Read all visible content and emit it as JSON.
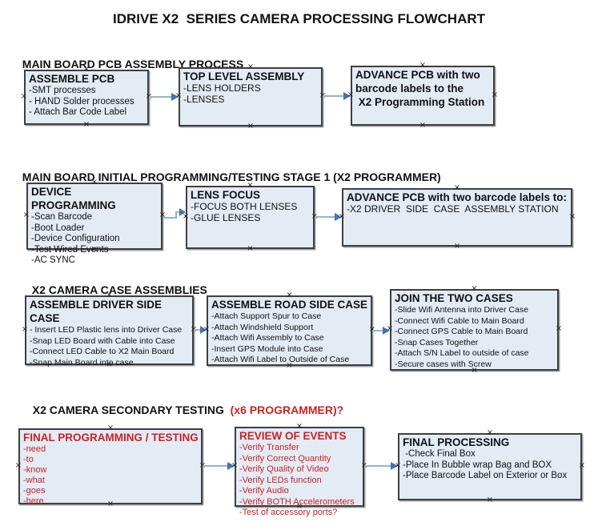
{
  "title": "IDRIVE X2  SERIES CAMERA PROCESSING FLOWCHART",
  "colors": {
    "box_fill": "#e3ebf5",
    "box_border": "#3f3f3f",
    "arrow_line": "#95b3d7",
    "arrow_head": "#4472b0",
    "accent_red": "#cc2222",
    "text": "#111111",
    "background": "#ffffff"
  },
  "sections": [
    {
      "header": "MAIN BOARD PCB ASSEMBLY PROCESS",
      "boxes": [
        {
          "title": "ASSEMBLE PCB",
          "items": [
            "-SMT processes",
            "- HAND Solder processes",
            "- Attach Bar Code Label"
          ]
        },
        {
          "title": "TOP LEVEL ASSEMBLY",
          "items": [
            "-LENS HOLDERS",
            "-LENSES"
          ]
        },
        {
          "title": "ADVANCE PCB with two\nbarcode labels to the\n X2 Programming Station",
          "items": []
        }
      ]
    },
    {
      "header": "MAIN BOARD INITIAL PROGRAMMING/TESTING STAGE 1 (X2 PROGRAMMER)",
      "boxes": [
        {
          "title": "DEVICE PROGRAMMING",
          "items": [
            "-Scan Barcode",
            "-Boot Loader",
            "-Device Configuration",
            "-Test Wired Events",
            "-AC SYNC"
          ]
        },
        {
          "title": "LENS FOCUS",
          "items": [
            "-FOCUS BOTH LENSES",
            "-GLUE LENSES"
          ]
        },
        {
          "title": "ADVANCE PCB with two barcode labels to:",
          "items": [
            "-X2 DRIVER  SIDE  CASE  ASSEMBLY STATION"
          ]
        }
      ]
    },
    {
      "header": "X2 CAMERA CASE ASSEMBLIES",
      "boxes": [
        {
          "title": "ASSEMBLE DRIVER SIDE CASE",
          "items": [
            "- Insert LED Plastic lens into Driver Case",
            "-Snap LED Board with Cable into Case",
            "-Connect LED Cable to X2 Main Board",
            "-Snap Main Board into case"
          ]
        },
        {
          "title": "ASSEMBLE ROAD SIDE CASE",
          "items": [
            "-Attach Support Spur to Case",
            "-Attach Windshield Support",
            "-Attach Wifi Assembly to Case",
            "-Insert GPS Module into Case",
            "-Attach Wifi Label to Outside of Case"
          ]
        },
        {
          "title": "JOIN THE TWO CASES",
          "items": [
            "-Slide Wifi Antenna into Driver Case",
            "-Connect Wifi Cable to Main Board",
            "-Connect GPS Cable to Main Board",
            "-Snap Cases Together",
            "-Attach S/N Label to outside of case",
            "-Secure cases with Screw"
          ]
        }
      ]
    },
    {
      "header": "X2 CAMERA SECONDARY TESTING ",
      "header_highlight": " (x6 PROGRAMMER)?",
      "boxes": [
        {
          "title": "FINAL PROGRAMMING / TESTING",
          "items": [
            "-need",
            "-to",
            "-know",
            "-what",
            "-goes",
            "-here"
          ]
        },
        {
          "title": "REVIEW OF EVENTS",
          "items": [
            "-Verify Transfer",
            "-Verify Correct Quantity",
            "-Verify Quality of Video",
            "-Verify LEDs function",
            "-Verify Audio",
            "-Verify BOTH Accelerometers",
            "-Test of accessory ports?"
          ]
        },
        {
          "title": "FINAL PROCESSING",
          "items": [
            " -Check Final Box",
            "-Place In Bubble wrap Bag and BOX",
            "-Place Barcode Label on Exterior or Box"
          ]
        }
      ]
    }
  ]
}
